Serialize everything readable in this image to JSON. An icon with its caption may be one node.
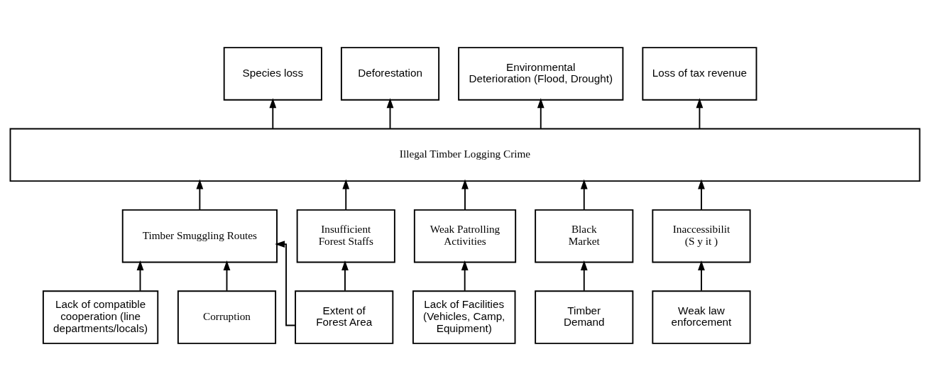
{
  "diagram": {
    "nodes": [
      {
        "text": [
          "Species loss"
        ]
      },
      {
        "text": [
          "Deforestation"
        ]
      },
      {
        "text": [
          "Environmental Deterioration (Flood, Drought)"
        ]
      },
      {
        "text": [
          "Loss of tax revenue"
        ]
      },
      {
        "text": [
          "Illegal Timber Logging Crime"
        ]
      },
      {
        "text": [
          "Timber Smuggling Routes"
        ]
      },
      {
        "text": [
          "Insufficient Forest Staffs"
        ]
      },
      {
        "text": [
          "Weak Patrolling Activities"
        ]
      },
      {
        "text": [
          "Black Market"
        ]
      },
      {
        "text": [
          "Inaccessibilit (S y it )"
        ]
      },
      {
        "text": [
          "Lack of compatible cooperation (line departments/locals)"
        ]
      },
      {
        "text": [
          "Corruption"
        ]
      },
      {
        "text": [
          "Extent of Forest Area"
        ]
      },
      {
        "text": [
          "Lack of Facilities (Vehicles, Camp, Equipment)"
        ]
      },
      {
        "text": [
          "Timber Demand"
        ]
      },
      {
        "text": [
          "Weak law enforcement"
        ]
      }
    ],
    "edges": [
      {
        "from": 4,
        "to": 0,
        "arrow": "to"
      },
      {
        "from": 4,
        "to": 1,
        "arrow": "to"
      },
      {
        "from": 4,
        "to": 2,
        "arrow": "to"
      },
      {
        "from": 4,
        "to": 3,
        "arrow": "to"
      },
      {
        "from": 5,
        "to": 4,
        "arrow": "to"
      },
      {
        "from": 6,
        "to": 4,
        "arrow": "to"
      },
      {
        "from": 7,
        "to": 4,
        "arrow": "to"
      },
      {
        "from": 8,
        "to": 4,
        "arrow": "to"
      },
      {
        "from": 9,
        "to": 4,
        "arrow": "to"
      },
      {
        "from": 10,
        "to": 5,
        "arrow": "to"
      },
      {
        "from": 12,
        "to": 5,
        "arrow": "to"
      },
      {
        "from": 11,
        "to": 5,
        "arrow": "to"
      },
      {
        "from": 12,
        "to": 6,
        "arrow": "to"
      },
      {
        "from": 13,
        "to": 7,
        "arrow": "to"
      },
      {
        "from": 14,
        "to": 8,
        "arrow": "to"
      },
      {
        "from": 15,
        "to": 9,
        "arrow": "to"
      }
    ]
  }
}
